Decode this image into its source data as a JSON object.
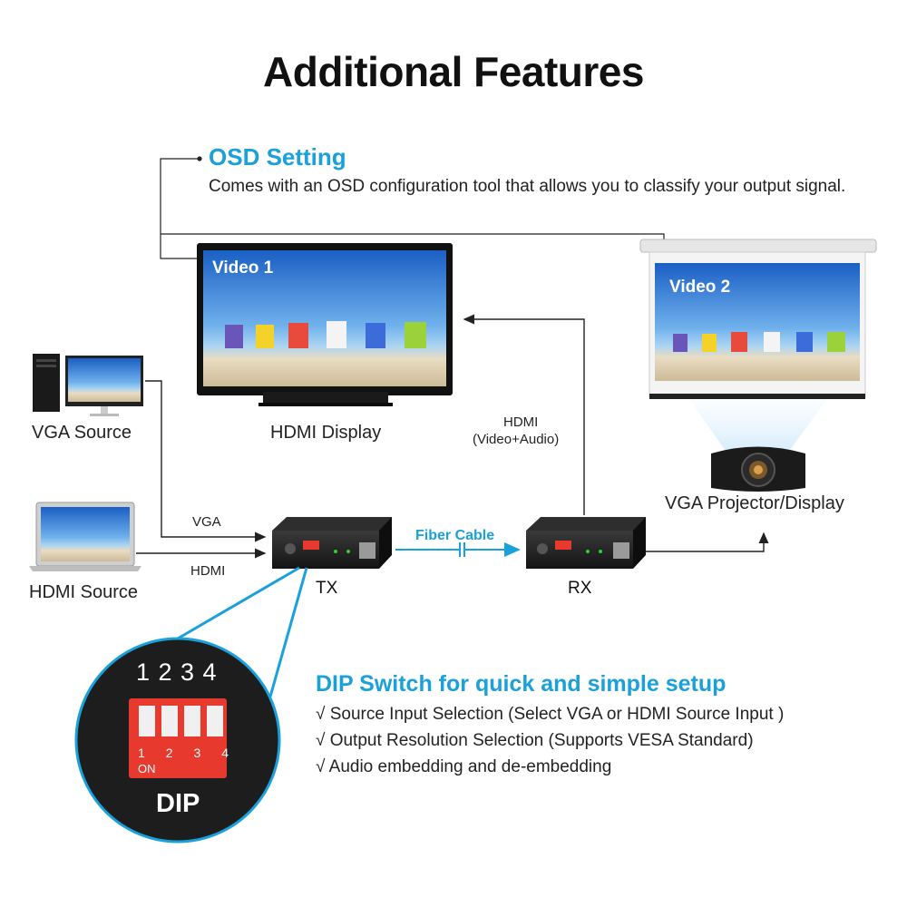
{
  "title": "Additional Features",
  "osd": {
    "heading": "OSD Setting",
    "description": "Comes with an OSD configuration tool that allows you to classify your output signal."
  },
  "devices": {
    "vga_source": "VGA Source",
    "hdmi_source": "HDMI Source",
    "hdmi_display": "HDMI Display",
    "vga_projector": "VGA Projector/Display",
    "tx": "TX",
    "rx": "RX"
  },
  "screens": {
    "video1": "Video 1",
    "video2": "Video 2"
  },
  "connections": {
    "vga": "VGA",
    "hdmi": "HDMI",
    "fiber": "Fiber Cable",
    "hdmi_out_line1": "HDMI",
    "hdmi_out_line2": "(Video+Audio)"
  },
  "dip": {
    "heading": "DIP Switch for quick and simple setup",
    "numbers": "1 2 3 4",
    "on_label": "ON",
    "switch_numbers": [
      "1",
      "2",
      "3",
      "4"
    ],
    "brand": "DIP",
    "features": [
      "√ Source Input Selection (Select VGA or HDMI Source Input )",
      "√ Output Resolution Selection (Supports VESA Standard)",
      "√ Audio embedding and de-embedding"
    ]
  },
  "colors": {
    "accent": "#1aa0db",
    "switch_red": "#e8392e",
    "device_body": "#1c1c1c"
  }
}
